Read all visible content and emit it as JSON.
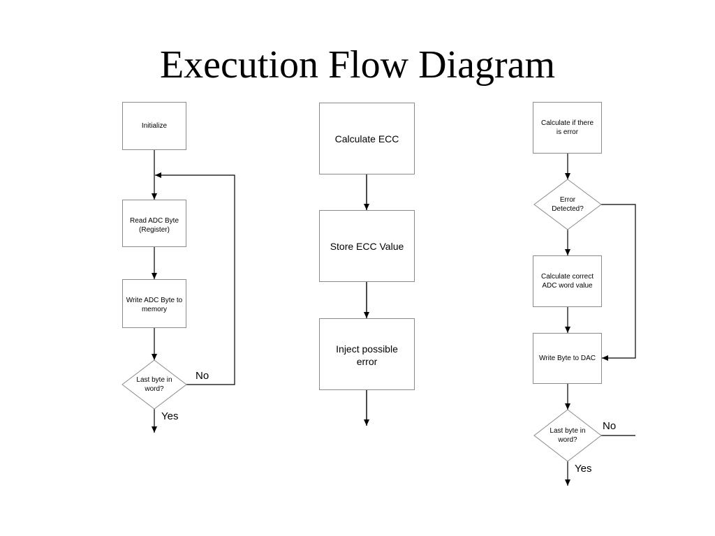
{
  "title": "Execution Flow Diagram",
  "column1": {
    "initialize": "Initialize",
    "read_adc": "Read ADC Byte\n(Register)",
    "write_adc": "Write ADC Byte to\nmemory",
    "decision": "Last byte in\nword?",
    "no_label": "No",
    "yes_label": "Yes"
  },
  "column2": {
    "calculate_ecc": "Calculate ECC",
    "store_ecc": "Store ECC Value",
    "inject_error": "Inject possible\nerror"
  },
  "column3": {
    "calc_error": "Calculate if there\nis error",
    "error_detected": "Error\nDetected?",
    "calc_correct": "Calculate correct\nADC word value",
    "write_dac": "Write Byte to DAC",
    "decision": "Last byte in\nword?",
    "no_label": "No",
    "yes_label": "Yes"
  },
  "colors": {
    "box_border": "#8a8a8a",
    "line": "#000000"
  }
}
